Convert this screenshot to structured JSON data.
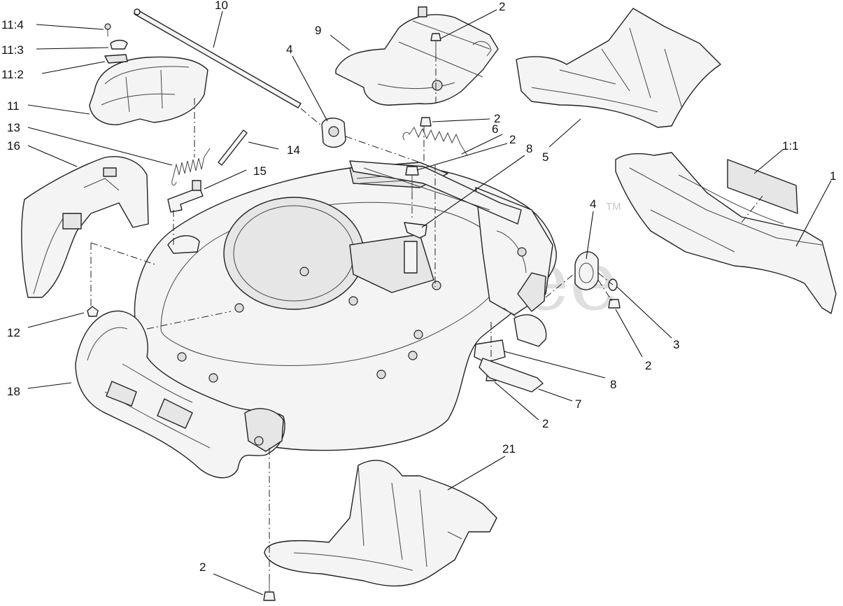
{
  "watermark": {
    "text": "PartsTree",
    "trademark": "TM"
  },
  "callouts": {
    "p11_4": "11:4",
    "p11_3": "11:3",
    "p11_2": "11:2",
    "p11": "11",
    "p13": "13",
    "p16": "16",
    "p10": "10",
    "p14": "14",
    "p15": "15",
    "p12": "12",
    "p18": "18",
    "p9": "9",
    "p4_top": "4",
    "p2_top": "2",
    "p2_spring": "2",
    "p6": "6",
    "p2_mid": "2",
    "p8_top": "8",
    "p5": "5",
    "p1_1": "1:1",
    "p1": "1",
    "p4_right": "4",
    "p3": "3",
    "p2_right": "2",
    "p8_low": "8",
    "p7": "7",
    "p2_low": "2",
    "p21": "21",
    "p2_bottom": "2"
  }
}
